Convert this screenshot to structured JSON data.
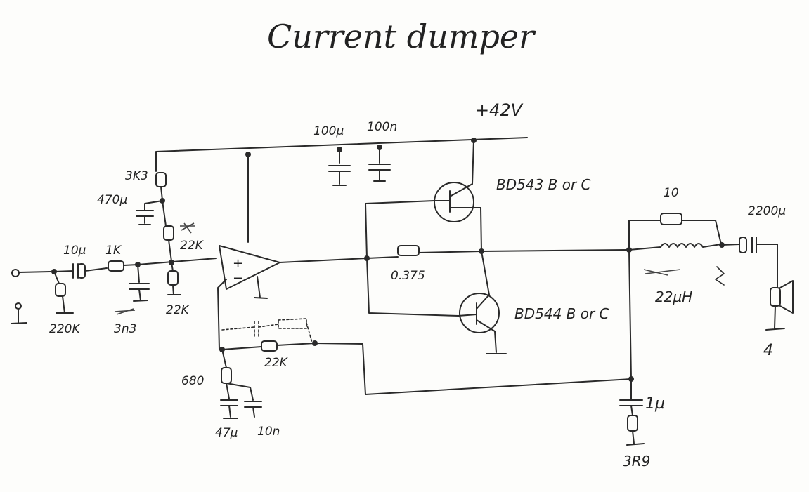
{
  "title": "Current dumper",
  "supply": "+42V",
  "labels": {
    "c_supply1": "100µ",
    "c_supply2": "100n",
    "r_bias": "3K3",
    "c_bias": "470µ",
    "r_bias2": "22K",
    "c_in": "10µ",
    "r_in": "1K",
    "r_in_gnd": "220K",
    "c_filter": "3n3",
    "r_pd": "22K",
    "q_upper": "BD543 B or C",
    "q_lower": "BD544 B or C",
    "r_bridge": "0.375",
    "r_out": "10",
    "l_out": "22µH",
    "c_out": "2200µ",
    "speaker": "4",
    "r_fb": "22K",
    "r_fb_gnd": "680",
    "c_fb1": "47µ",
    "c_fb2": "10n",
    "c_zobel": "1µ",
    "r_zobel": "3R9",
    "op_plus": "+",
    "op_minus": "−"
  }
}
